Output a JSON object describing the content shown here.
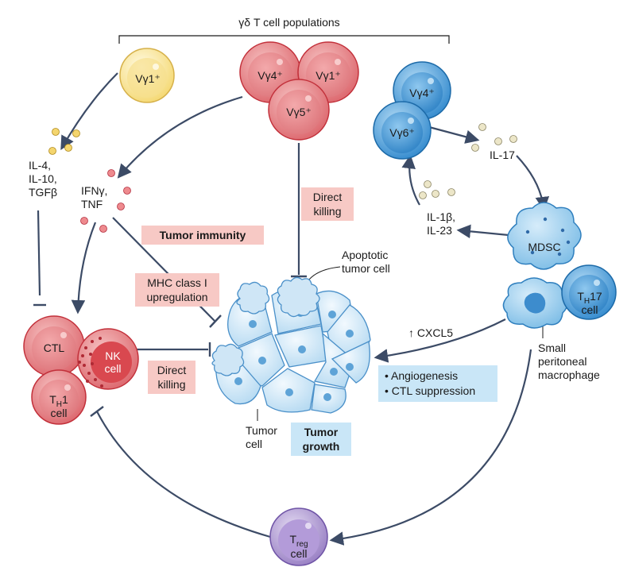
{
  "title": "γδ T cell populations",
  "cells": {
    "vg1_yellow": "Vγ1⁺",
    "vg4_red": "Vγ4⁺",
    "vg1_red": "Vγ1⁺",
    "vg5_red": "Vγ5⁺",
    "vg4_blue": "Vγ4⁺",
    "vg6_blue": "Vγ6⁺",
    "mdsc": "MDSC",
    "th17_main": "T",
    "th17_sub": "H",
    "th17_tail": "17",
    "th17_line2": "cell",
    "ctl": "CTL",
    "nk_line1": "NK",
    "nk_line2": "cell",
    "th1_main": "T",
    "th1_sub": "H",
    "th1_tail": "1",
    "th1_line2": "cell",
    "treg_main": "T",
    "treg_sub": "reg",
    "treg_line2": "cell"
  },
  "labels": {
    "il4_line1": "IL-4,",
    "il4_line2": "IL-10,",
    "il4_line3": "TGFβ",
    "ifn_line1": "IFNγ,",
    "ifn_line2": "TNF",
    "il17": "IL-17",
    "il1_line1": "IL-1β,",
    "il1_line2": "IL-23",
    "cxcl5": "↑ CXCL5",
    "apoptotic_line1": "Apoptotic",
    "apoptotic_line2": "tumor cell",
    "tumor_cell_line1": "Tumor",
    "tumor_cell_line2": "cell",
    "macrophage_line1": "Small",
    "macrophage_line2": "peritoneal",
    "macrophage_line3": "macrophage"
  },
  "boxes": {
    "direct_killing_top_1": "Direct",
    "direct_killing_top_2": "killing",
    "tumor_immunity": "Tumor immunity",
    "mhc_line1": "MHC class I",
    "mhc_line2": "upregulation",
    "direct_killing_left_1": "Direct",
    "direct_killing_left_2": "killing",
    "tumor_growth_line1": "Tumor",
    "tumor_growth_line2": "growth",
    "angio_1": "• Angiogenesis",
    "angio_2": "• CTL suppression"
  },
  "colors": {
    "red_fill": "#e8878a",
    "red_stroke": "#c2303a",
    "yellow_fill": "#fbe8a0",
    "blue_fill": "#5fa8dc",
    "blue_stroke": "#1c6aa8",
    "tumor_fill": "#d9ecf8",
    "purple_fill": "#b9a6d6",
    "pink_box": "#f7c9c5",
    "blue_box": "#c9e6f7",
    "arrow": "#3c4b66"
  }
}
